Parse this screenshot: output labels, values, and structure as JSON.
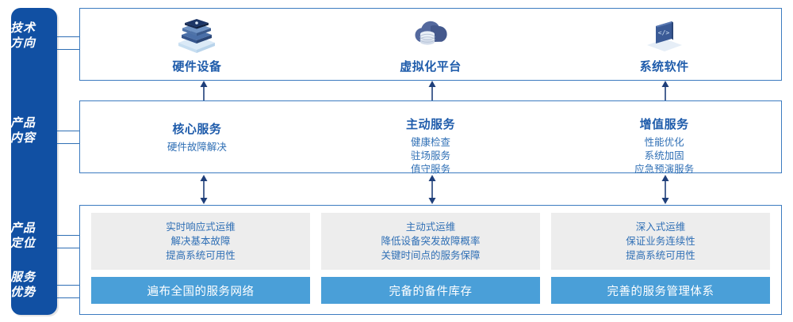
{
  "rail": {
    "items": [
      {
        "id": "tech",
        "line1": "技术",
        "line2": "方向"
      },
      {
        "id": "content",
        "line1": "产品",
        "line2": "内容"
      },
      {
        "id": "position",
        "line1": "产品",
        "line2": "定位"
      },
      {
        "id": "advantage",
        "line1": "服务",
        "line2": "优势"
      }
    ]
  },
  "tech_direction": {
    "columns": [
      {
        "label": "硬件设备",
        "icon": "server-stack-icon"
      },
      {
        "label": "虚拟化平台",
        "icon": "cloud-database-icon"
      },
      {
        "label": "系统软件",
        "icon": "laptop-code-icon"
      }
    ]
  },
  "product_content": {
    "columns": [
      {
        "title": "核心服务",
        "items": [
          "硬件故障解决"
        ]
      },
      {
        "title": "主动服务",
        "items": [
          "健康检查",
          "驻场服务",
          "值守服务"
        ]
      },
      {
        "title": "增值服务",
        "items": [
          "性能优化",
          "系统加固",
          "应急预演服务"
        ]
      }
    ]
  },
  "product_position": {
    "columns": [
      {
        "lines": [
          "实时响应式运维",
          "解决基本故障",
          "提高系统可用性"
        ]
      },
      {
        "lines": [
          "主动式运维",
          "降低设备突发故障概率",
          "关键时间点的服务保障"
        ]
      },
      {
        "lines": [
          "深入式运维",
          "保证业务连续性",
          "提高系统可用性"
        ]
      }
    ]
  },
  "service_advantage": {
    "bars": [
      "遍布全国的服务网络",
      "完备的备件库存",
      "完善的服务管理体系"
    ]
  },
  "colors": {
    "rail_blue": "#1150A3",
    "border_blue": "#3C7BC0",
    "text_blue": "#1F5CAB",
    "sub_text_blue": "#2F6FB5",
    "bar_blue": "#4A9FD8",
    "card_grey": "#EDEDED",
    "arrow_navy": "#1F3F7A"
  }
}
